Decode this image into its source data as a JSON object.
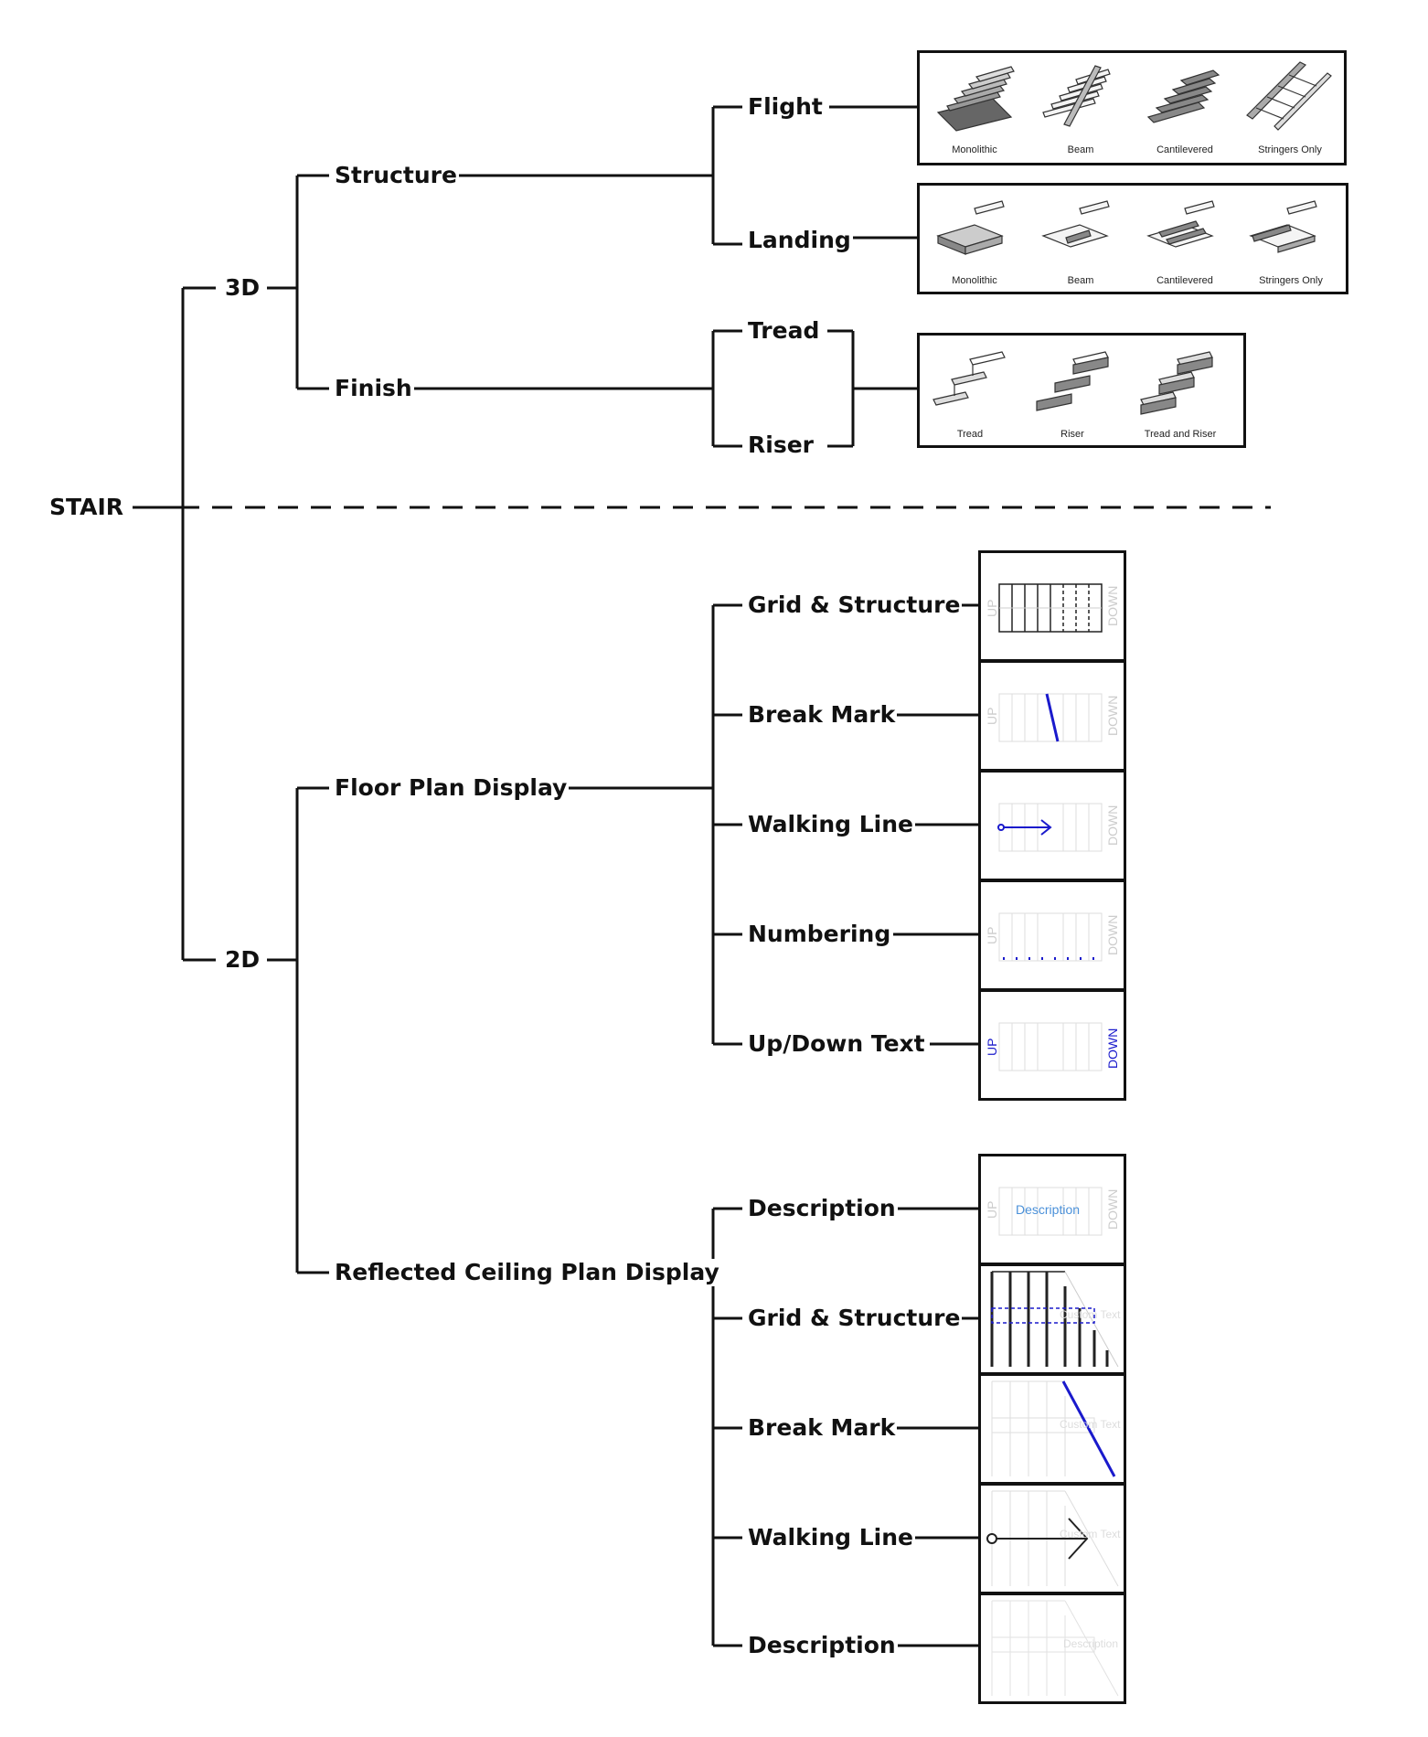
{
  "root": "STAIR",
  "level1": {
    "three_d": "3D",
    "two_d": "2D"
  },
  "three_d": {
    "structure": "Structure",
    "finish": "Finish",
    "flight": "Flight",
    "landing": "Landing",
    "tread": "Tread",
    "riser": "Riser",
    "flight_options": [
      "Monolithic",
      "Beam",
      "Cantilevered",
      "Stringers Only"
    ],
    "landing_options": [
      "Monolithic",
      "Beam",
      "Cantilevered",
      "Stringers Only"
    ],
    "finish_options": [
      "Tread",
      "Riser",
      "Tread and Riser"
    ]
  },
  "two_d": {
    "floor_plan": "Floor Plan Display",
    "floor_items": [
      "Grid & Structure",
      "Break Mark",
      "Walking Line",
      "Numbering",
      "Up/Down Text"
    ],
    "rcp": "Reflected Ceiling Plan Display",
    "rcp_items": [
      "Description",
      "Grid & Structure",
      "Break Mark",
      "Walking Line",
      "Description"
    ]
  },
  "thumb_text": {
    "up": "UP",
    "down": "DOWN",
    "description": "Description",
    "custom_text": "Custom Text"
  },
  "colors": {
    "line": "#111111",
    "highlight_blue": "#1a1acc",
    "light_blue": "#4a90d9",
    "faint": "#cccccc"
  }
}
